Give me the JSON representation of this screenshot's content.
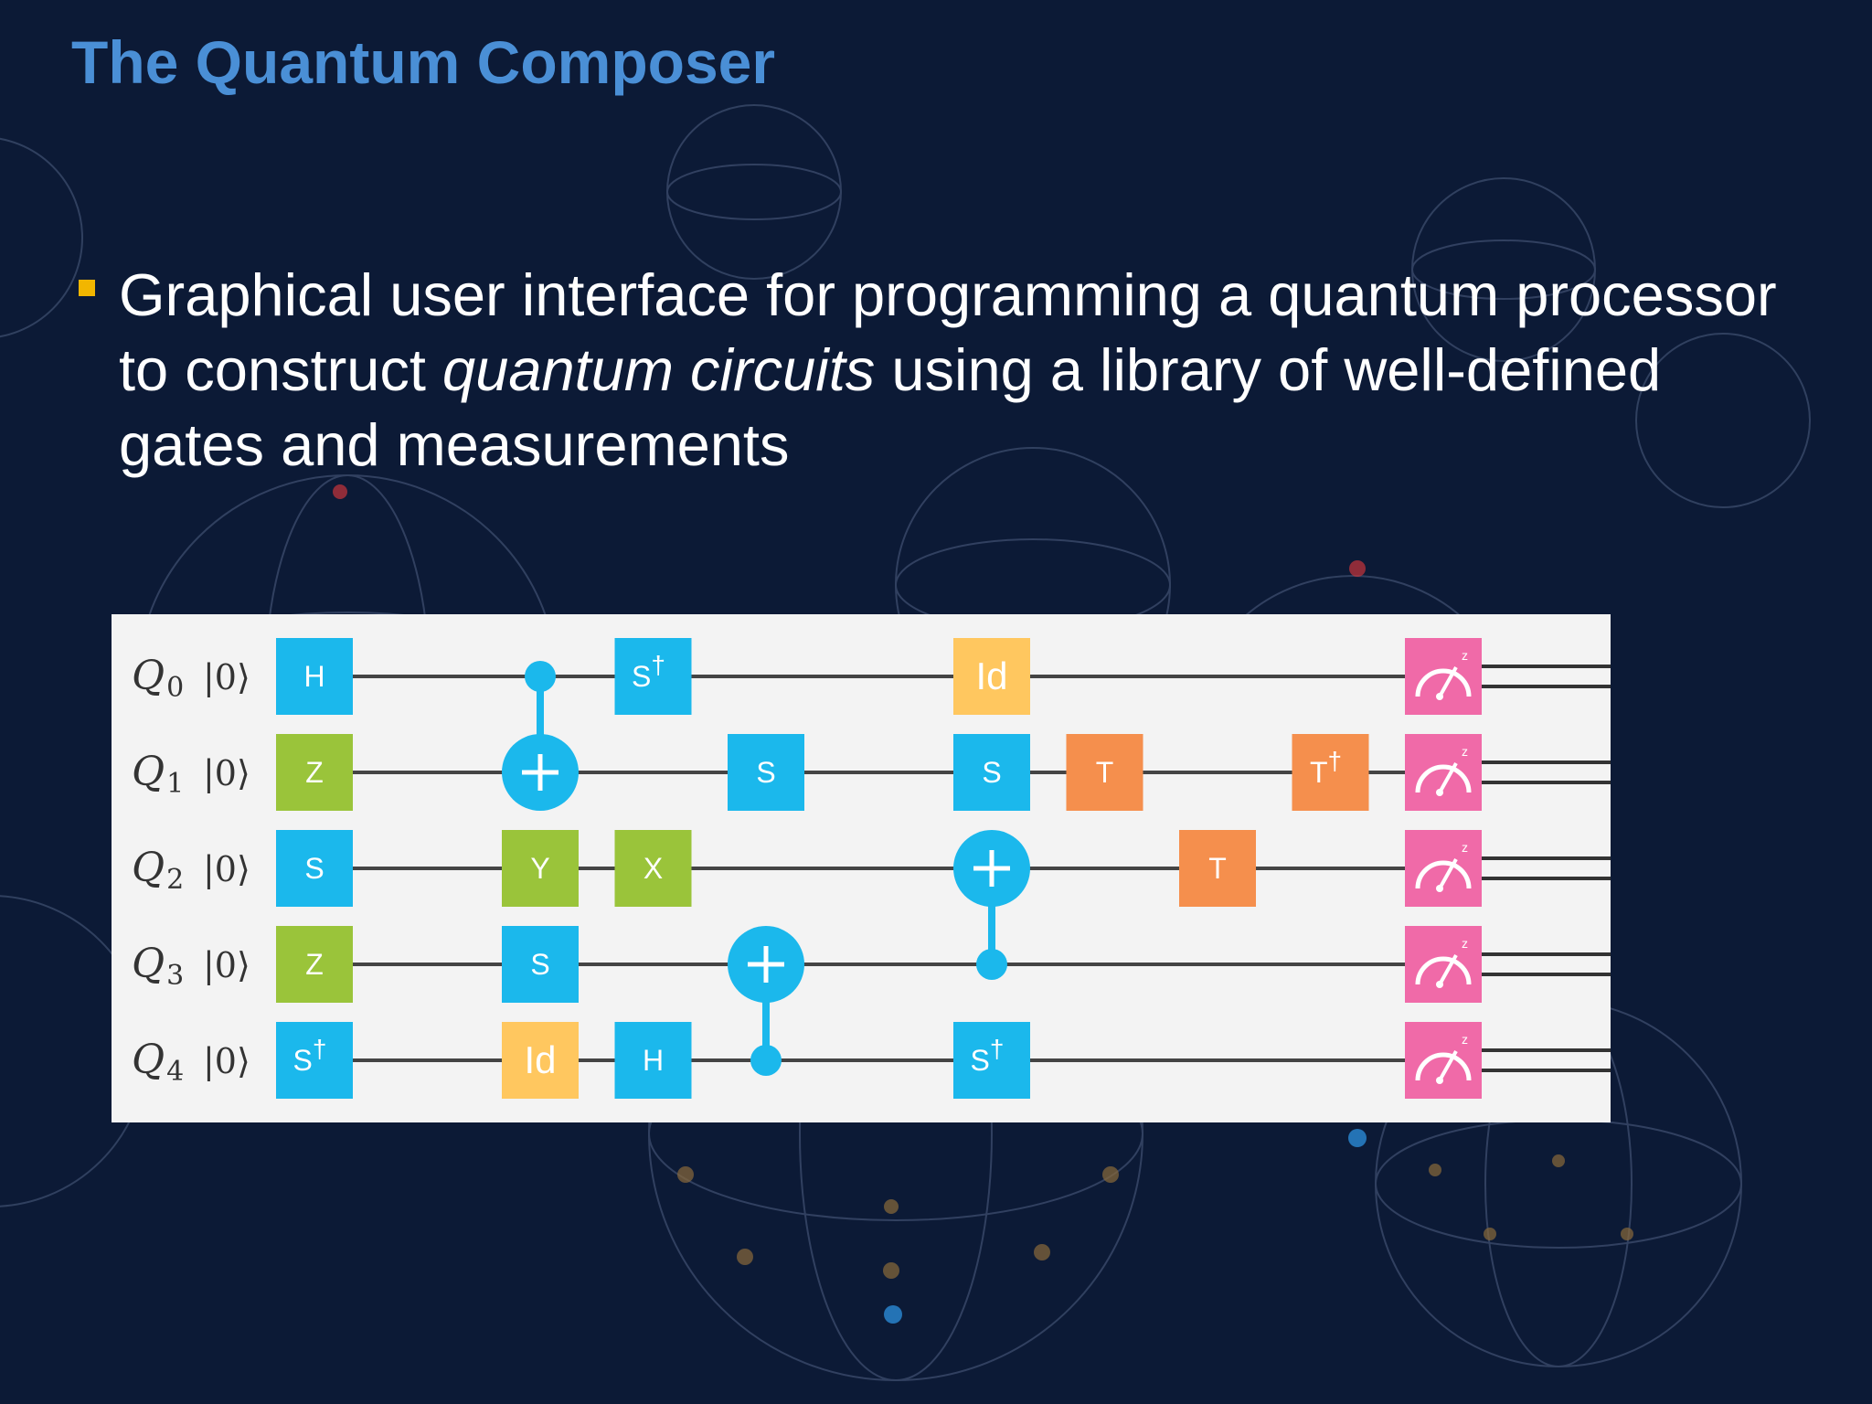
{
  "slide": {
    "title": "The Quantum Composer",
    "bullet": {
      "text_before": "Graphical user interface for programming a quantum processor to construct ",
      "emphasis": "quantum circuits",
      "text_after": " using a library of well-defined gates and measurements",
      "marker_color": "#f2b600"
    }
  },
  "circuit": {
    "qubits": [
      {
        "label": "Q",
        "index": "0",
        "state": "|0⟩"
      },
      {
        "label": "Q",
        "index": "1",
        "state": "|0⟩"
      },
      {
        "label": "Q",
        "index": "2",
        "state": "|0⟩"
      },
      {
        "label": "Q",
        "index": "3",
        "state": "|0⟩"
      },
      {
        "label": "Q",
        "index": "4",
        "state": "|0⟩"
      }
    ],
    "gate_colors": {
      "blue": "#1bb8ec",
      "green": "#9ac43a",
      "orange": "#f58f4d",
      "yellow": "#ffc75f",
      "pink": "#f06aa8"
    },
    "gates": [
      {
        "step": 1,
        "qubit": 0,
        "label": "H",
        "sup": "",
        "color": "blue"
      },
      {
        "step": 1,
        "qubit": 1,
        "label": "Z",
        "sup": "",
        "color": "green"
      },
      {
        "step": 1,
        "qubit": 2,
        "label": "S",
        "sup": "",
        "color": "blue"
      },
      {
        "step": 1,
        "qubit": 3,
        "label": "Z",
        "sup": "",
        "color": "green"
      },
      {
        "step": 1,
        "qubit": 4,
        "label": "S",
        "sup": "†",
        "color": "blue"
      },
      {
        "step": 3,
        "qubit": 2,
        "label": "Y",
        "sup": "",
        "color": "green"
      },
      {
        "step": 3,
        "qubit": 3,
        "label": "S",
        "sup": "",
        "color": "blue"
      },
      {
        "step": 3,
        "qubit": 4,
        "label": "Id",
        "sup": "",
        "color": "yellow"
      },
      {
        "step": 4,
        "qubit": 0,
        "label": "S",
        "sup": "†",
        "color": "blue"
      },
      {
        "step": 4,
        "qubit": 2,
        "label": "X",
        "sup": "",
        "color": "green"
      },
      {
        "step": 4,
        "qubit": 4,
        "label": "H",
        "sup": "",
        "color": "blue"
      },
      {
        "step": 5,
        "qubit": 1,
        "label": "S",
        "sup": "",
        "color": "blue"
      },
      {
        "step": 7,
        "qubit": 0,
        "label": "Id",
        "sup": "",
        "color": "yellow"
      },
      {
        "step": 7,
        "qubit": 1,
        "label": "S",
        "sup": "",
        "color": "blue"
      },
      {
        "step": 7,
        "qubit": 4,
        "label": "S",
        "sup": "†",
        "color": "blue"
      },
      {
        "step": 8,
        "qubit": 1,
        "label": "T",
        "sup": "",
        "color": "orange"
      },
      {
        "step": 9,
        "qubit": 2,
        "label": "T",
        "sup": "",
        "color": "orange"
      },
      {
        "step": 10,
        "qubit": 1,
        "label": "T",
        "sup": "†",
        "color": "orange"
      }
    ],
    "cnots": [
      {
        "step": 3,
        "control": 0,
        "target": 1
      },
      {
        "step": 5,
        "control": 4,
        "target": 3
      },
      {
        "step": 7,
        "control": 3,
        "target": 2
      }
    ],
    "measurements": [
      {
        "step": 11,
        "qubit": 0,
        "basis": "z"
      },
      {
        "step": 11,
        "qubit": 1,
        "basis": "z"
      },
      {
        "step": 11,
        "qubit": 2,
        "basis": "z"
      },
      {
        "step": 11,
        "qubit": 3,
        "basis": "z"
      },
      {
        "step": 11,
        "qubit": 4,
        "basis": "z"
      }
    ]
  }
}
